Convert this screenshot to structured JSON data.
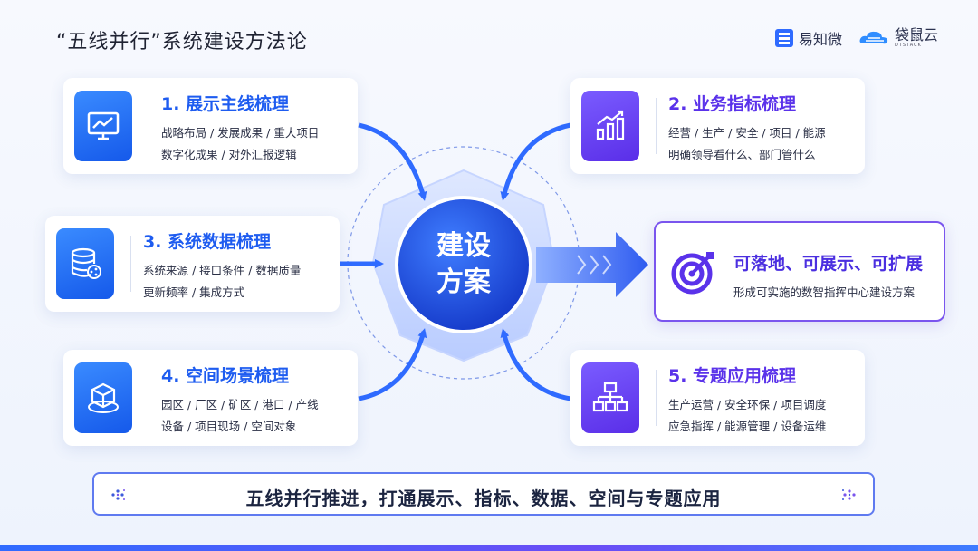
{
  "header": {
    "title": "“五线并行”系统建设方法论",
    "brand1": "易知微",
    "brand2": "袋鼠云",
    "brand2_sub": "DTSTACK"
  },
  "cards": [
    {
      "title": "1. 展示主线梳理",
      "line1": "战略布局 / 发展成果 / 重大项目",
      "line2": "数字化成果 / 对外汇报逻辑",
      "icon": "monitor-chart-icon",
      "color": "#1e5cf0"
    },
    {
      "title": "2. 业务指标梳理",
      "line1": "经营 / 生产 / 安全 / 项目 / 能源",
      "line2": "明确领导看什么、部门管什么",
      "icon": "bar-chart-icon",
      "color": "#5a32ea"
    },
    {
      "title": "3. 系统数据梳理",
      "line1": "系统来源 / 接口条件 / 数据质量",
      "line2": "更新频率 / 集成方式",
      "icon": "database-icon",
      "color": "#1e5cf0"
    },
    {
      "title": "4. 空间场景梳理",
      "line1": "园区 / 厂区 / 矿区 / 港口 / 产线",
      "line2": "设备 / 项目现场 / 空间对象",
      "icon": "cube-icon",
      "color": "#1e5cf0"
    },
    {
      "title": "5. 专题应用梳理",
      "line1": "生产运营 / 安全环保 / 项目调度",
      "line2": "应急指挥 / 能源管理 / 设备运维",
      "icon": "org-chart-icon",
      "color": "#5a32ea"
    }
  ],
  "center": {
    "line1": "建设",
    "line2": "方案"
  },
  "result": {
    "title": "可落地、可展示、可扩展",
    "subtitle": "形成可实施的数智指挥中心建设方案",
    "icon": "target-icon"
  },
  "banner": {
    "text": "五线并行推进，打通展示、指标、数据、空间与专题应用"
  },
  "colors": {
    "blue": "#1e5cf0",
    "purple": "#5a32ea",
    "accent": "#2f6bff"
  }
}
